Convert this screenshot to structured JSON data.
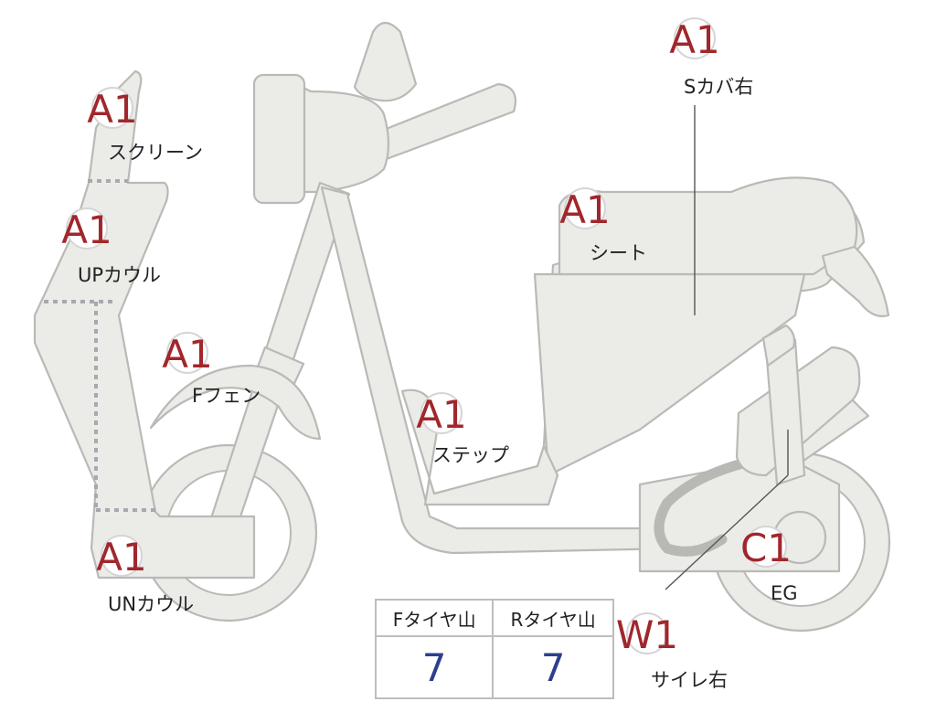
{
  "parts": [
    {
      "id": "screen",
      "grade": "A1",
      "label": "スクリーン"
    },
    {
      "id": "up_cowl",
      "grade": "A1",
      "label": "UPカウル"
    },
    {
      "id": "f_fender",
      "grade": "A1",
      "label": "Fフェン"
    },
    {
      "id": "un_cowl",
      "grade": "A1",
      "label": "UNカウル"
    },
    {
      "id": "step",
      "grade": "A1",
      "label": "ステップ"
    },
    {
      "id": "seat",
      "grade": "A1",
      "label": "シート"
    },
    {
      "id": "s_cover_right",
      "grade": "A1",
      "label": "Sカバ右"
    },
    {
      "id": "engine",
      "grade": "C1",
      "label": "EG"
    },
    {
      "id": "muffler_right",
      "grade": "W1",
      "label": "サイレ右"
    }
  ],
  "tire_table": {
    "headers": [
      "Fタイヤ山",
      "Rタイヤ山"
    ],
    "values": [
      "7",
      "7"
    ]
  },
  "colors": {
    "part_fill": "#ebebe8",
    "part_stroke": "#b9b9b6",
    "grade_text": "#a0272c",
    "tire_value": "#2d3f8c"
  }
}
